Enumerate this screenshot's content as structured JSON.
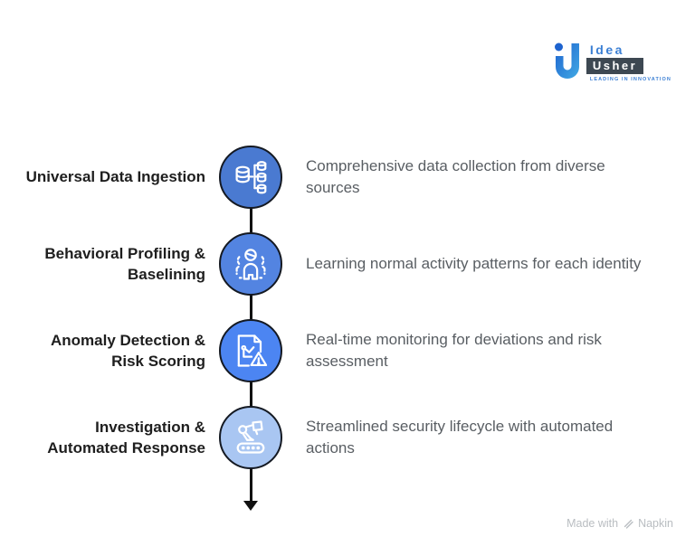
{
  "logo": {
    "brand_line1": "Idea",
    "brand_line2": "Usher",
    "tagline": "LEADING IN INNOVATION"
  },
  "steps": [
    {
      "title": "Universal Data Ingestion",
      "description": "Comprehensive data collection from diverse sources",
      "icon": "data-ingestion-icon",
      "circle_color": "#4a7ad1"
    },
    {
      "title": "Behavioral Profiling & Baselining",
      "description": "Learning normal activity patterns for each identity",
      "icon": "behavior-profile-icon",
      "circle_color": "#5384e1"
    },
    {
      "title": "Anomaly Detection & Risk Scoring",
      "description": "Real-time monitoring for deviations and risk assessment",
      "icon": "anomaly-alert-icon",
      "circle_color": "#4c85f2"
    },
    {
      "title": "Investigation & Automated Response",
      "description": "Streamlined security lifecycle with automated actions",
      "icon": "automation-arm-icon",
      "circle_color": "#a9c6f2"
    }
  ],
  "footer": {
    "made_with": "Made with",
    "brand": "Napkin"
  },
  "colors": {
    "title_text": "#1e1e1e",
    "description_text": "#595e63",
    "circle_border": "#141922",
    "connector": "#111111",
    "footer_text": "#b9bdc1",
    "logo_blue": "#3b7fd4",
    "logo_box": "#3d4852"
  }
}
